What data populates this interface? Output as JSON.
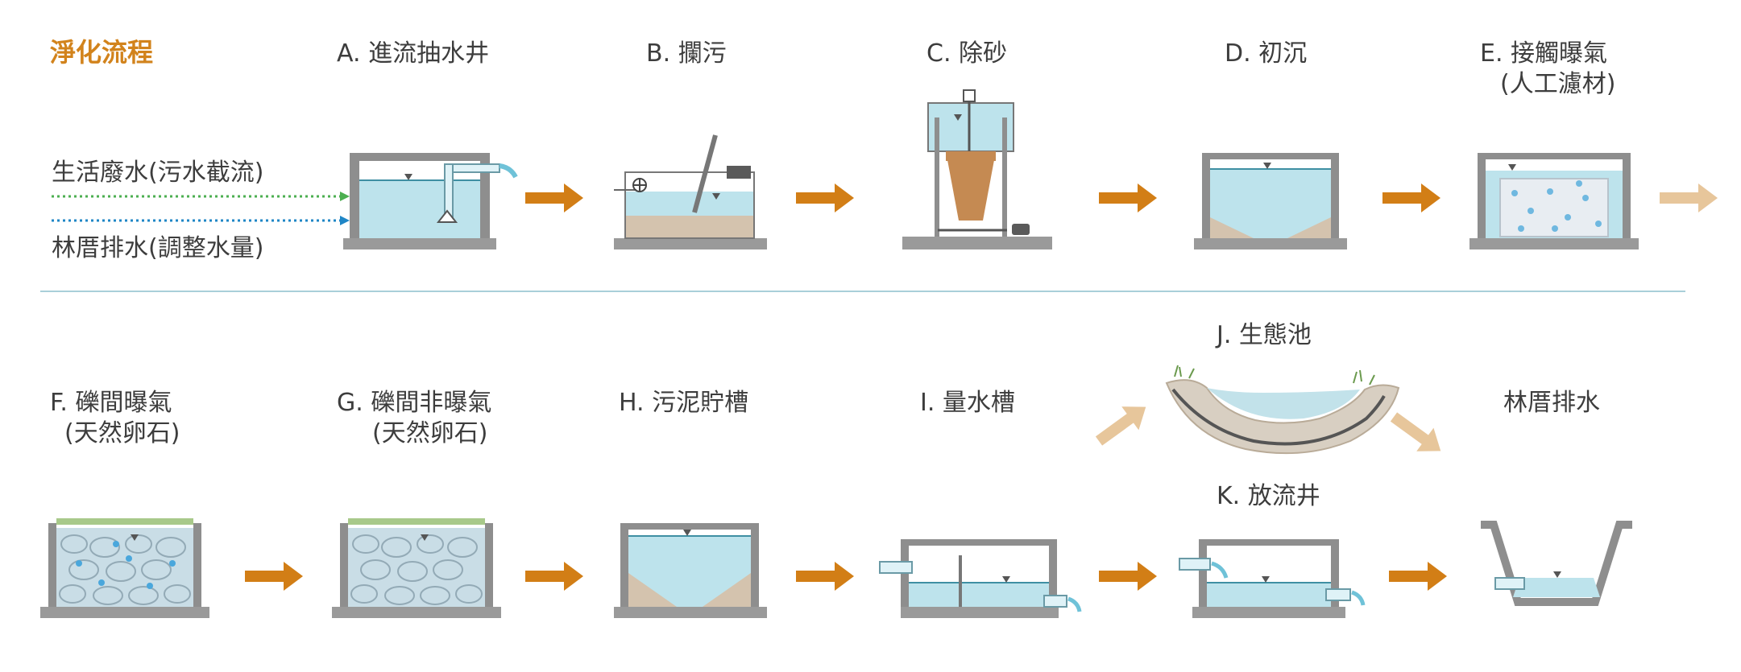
{
  "title": "淨化流程",
  "inputs": [
    {
      "label": "生活廢水(污水截流)",
      "color": "#4caf50"
    },
    {
      "label": "林厝排水(調整水量)",
      "color": "#1f86c6"
    }
  ],
  "steps": {
    "A": {
      "line1": "A. 進流抽水井",
      "line2": ""
    },
    "B": {
      "line1": "B. 攔污",
      "line2": ""
    },
    "C": {
      "line1": "C. 除砂",
      "line2": ""
    },
    "D": {
      "line1": "D. 初沉",
      "line2": ""
    },
    "E": {
      "line1": "E. 接觸曝氣",
      "line2": "(人工濾材)"
    },
    "F": {
      "line1": "F. 礫間曝氣",
      "line2": "(天然卵石)"
    },
    "G": {
      "line1": "G. 礫間非曝氣",
      "line2": "(天然卵石)"
    },
    "H": {
      "line1": "H. 污泥貯槽",
      "line2": ""
    },
    "I": {
      "line1": "I. 量水槽",
      "line2": ""
    },
    "J": {
      "line1": "J. 生態池",
      "line2": ""
    },
    "K": {
      "line1": "K. 放流井",
      "line2": ""
    },
    "out": {
      "line1": "林厝排水",
      "line2": ""
    }
  },
  "colors": {
    "title": "#d2831c",
    "arrow": "#d27e16",
    "arrow_light": "#e7c69b",
    "water": "#bde3ec",
    "wall": "#8e8e8e",
    "divider": "#a9cfd9"
  },
  "icons": [
    "flow-arrow-icon",
    "water-level-icon",
    "pump-icon"
  ]
}
